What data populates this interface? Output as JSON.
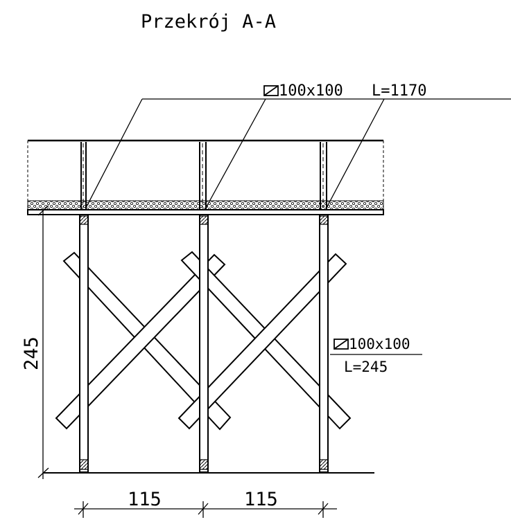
{
  "diagram": {
    "title": "Przekrój A-A",
    "beam_label": {
      "section": "100x100",
      "length": "L=1170"
    },
    "post_label": {
      "section": "100x100",
      "length": "L=245"
    },
    "dimensions": {
      "height": "245",
      "spacing_left": "115",
      "spacing_right": "115"
    },
    "colors": {
      "line": "#000000",
      "background": "#ffffff"
    }
  }
}
